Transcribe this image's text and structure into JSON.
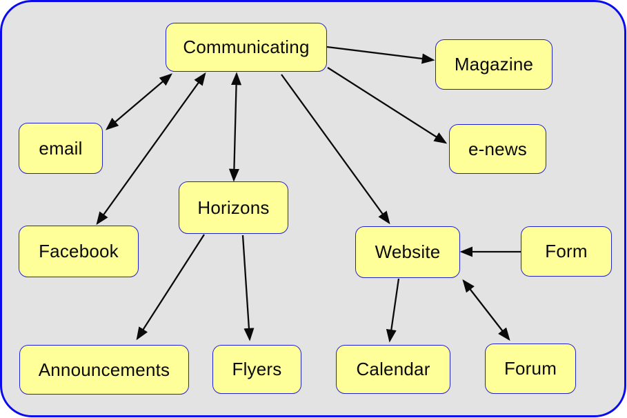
{
  "diagram": {
    "nodes": [
      {
        "id": "communicating",
        "label": "Communicating"
      },
      {
        "id": "magazine",
        "label": "Magazine"
      },
      {
        "id": "email",
        "label": "email"
      },
      {
        "id": "enews",
        "label": "e-news"
      },
      {
        "id": "horizons",
        "label": "Horizons"
      },
      {
        "id": "facebook",
        "label": "Facebook"
      },
      {
        "id": "website",
        "label": "Website"
      },
      {
        "id": "form",
        "label": "Form"
      },
      {
        "id": "announcements",
        "label": "Announcements"
      },
      {
        "id": "flyers",
        "label": "Flyers"
      },
      {
        "id": "calendar",
        "label": "Calendar"
      },
      {
        "id": "forum",
        "label": "Forum"
      }
    ],
    "edges": [
      {
        "from": "communicating",
        "to": "email",
        "two_way": true
      },
      {
        "from": "communicating",
        "to": "facebook",
        "two_way": true
      },
      {
        "from": "communicating",
        "to": "horizons",
        "two_way": true
      },
      {
        "from": "communicating",
        "to": "magazine",
        "two_way": false
      },
      {
        "from": "communicating",
        "to": "enews",
        "two_way": false
      },
      {
        "from": "communicating",
        "to": "website",
        "two_way": false
      },
      {
        "from": "horizons",
        "to": "announcements",
        "two_way": false
      },
      {
        "from": "horizons",
        "to": "flyers",
        "two_way": false
      },
      {
        "from": "form",
        "to": "website",
        "two_way": false
      },
      {
        "from": "website",
        "to": "calendar",
        "two_way": false
      },
      {
        "from": "website",
        "to": "forum",
        "two_way": true
      }
    ],
    "colors": {
      "node_fill": "#FFFF99",
      "node_border": "#2222CC",
      "panel_border": "#0A0AEE",
      "panel_fill": "#E3E3E3",
      "arrow": "#0A0A0A",
      "text": "#0A0A0A"
    }
  }
}
